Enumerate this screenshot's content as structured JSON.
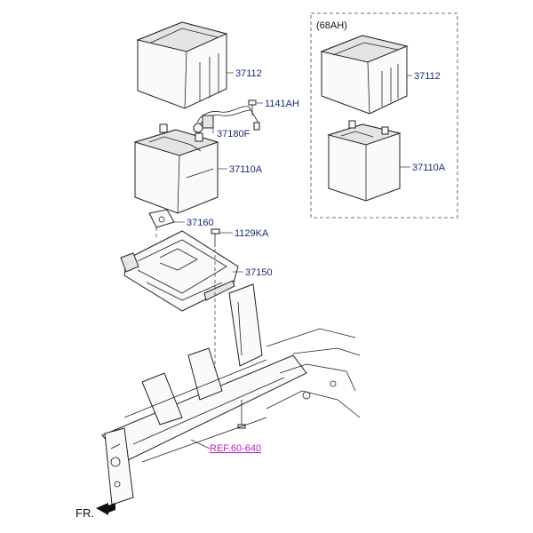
{
  "diagram": {
    "labels": {
      "tray_37112": "37112",
      "sensor_1141AH": "1141AH",
      "sensor_37180F": "37180F",
      "battery_37110A": "37110A",
      "bracket_37160": "37160",
      "bolt_1129KA": "1129KA",
      "tray_37150": "37150",
      "ref": "REF.60-640",
      "front": "FR."
    },
    "inset": {
      "title": "(68AH)",
      "tray_label": "37112",
      "battery_label": "37110A"
    },
    "colors": {
      "label_blue": "#1a2a7a",
      "ref_magenta": "#c020c0",
      "line": "#222222"
    }
  }
}
